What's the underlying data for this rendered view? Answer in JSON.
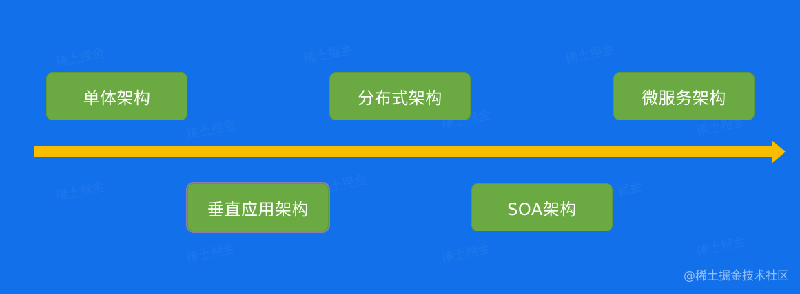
{
  "diagram": {
    "stages_top": [
      {
        "label": "单体架构"
      },
      {
        "label": "分布式架构"
      },
      {
        "label": "微服务架构"
      }
    ],
    "stages_bottom": [
      {
        "label": "垂直应用架构"
      },
      {
        "label": "SOA架构"
      }
    ]
  },
  "watermark": "@稀土掘金技术社区",
  "colors": {
    "background": "#1170EA",
    "box_fill": "#6BAA43",
    "arrow": "#F9BD00",
    "text": "#FFFFFF"
  }
}
